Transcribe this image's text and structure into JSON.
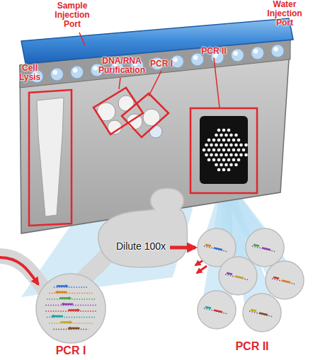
{
  "diagram": {
    "nodes": [
      {
        "text": [
          "Cell Lysis"
        ]
      },
      {
        "text": [
          "DNA/RNA Purification"
        ]
      },
      {
        "text": [
          "PCR I"
        ]
      },
      {
        "text": [
          "PCR II"
        ]
      },
      {
        "text": [
          "Dilute 100x"
        ]
      },
      {
        "text": [
          "PCR I"
        ]
      },
      {
        "text": [
          "PCR II"
        ]
      }
    ],
    "edges": [
      {
        "from": 4,
        "to": 6,
        "arrow": "to"
      }
    ],
    "labels": [
      "Sample Injection Port",
      "Water Injection Port"
    ]
  }
}
